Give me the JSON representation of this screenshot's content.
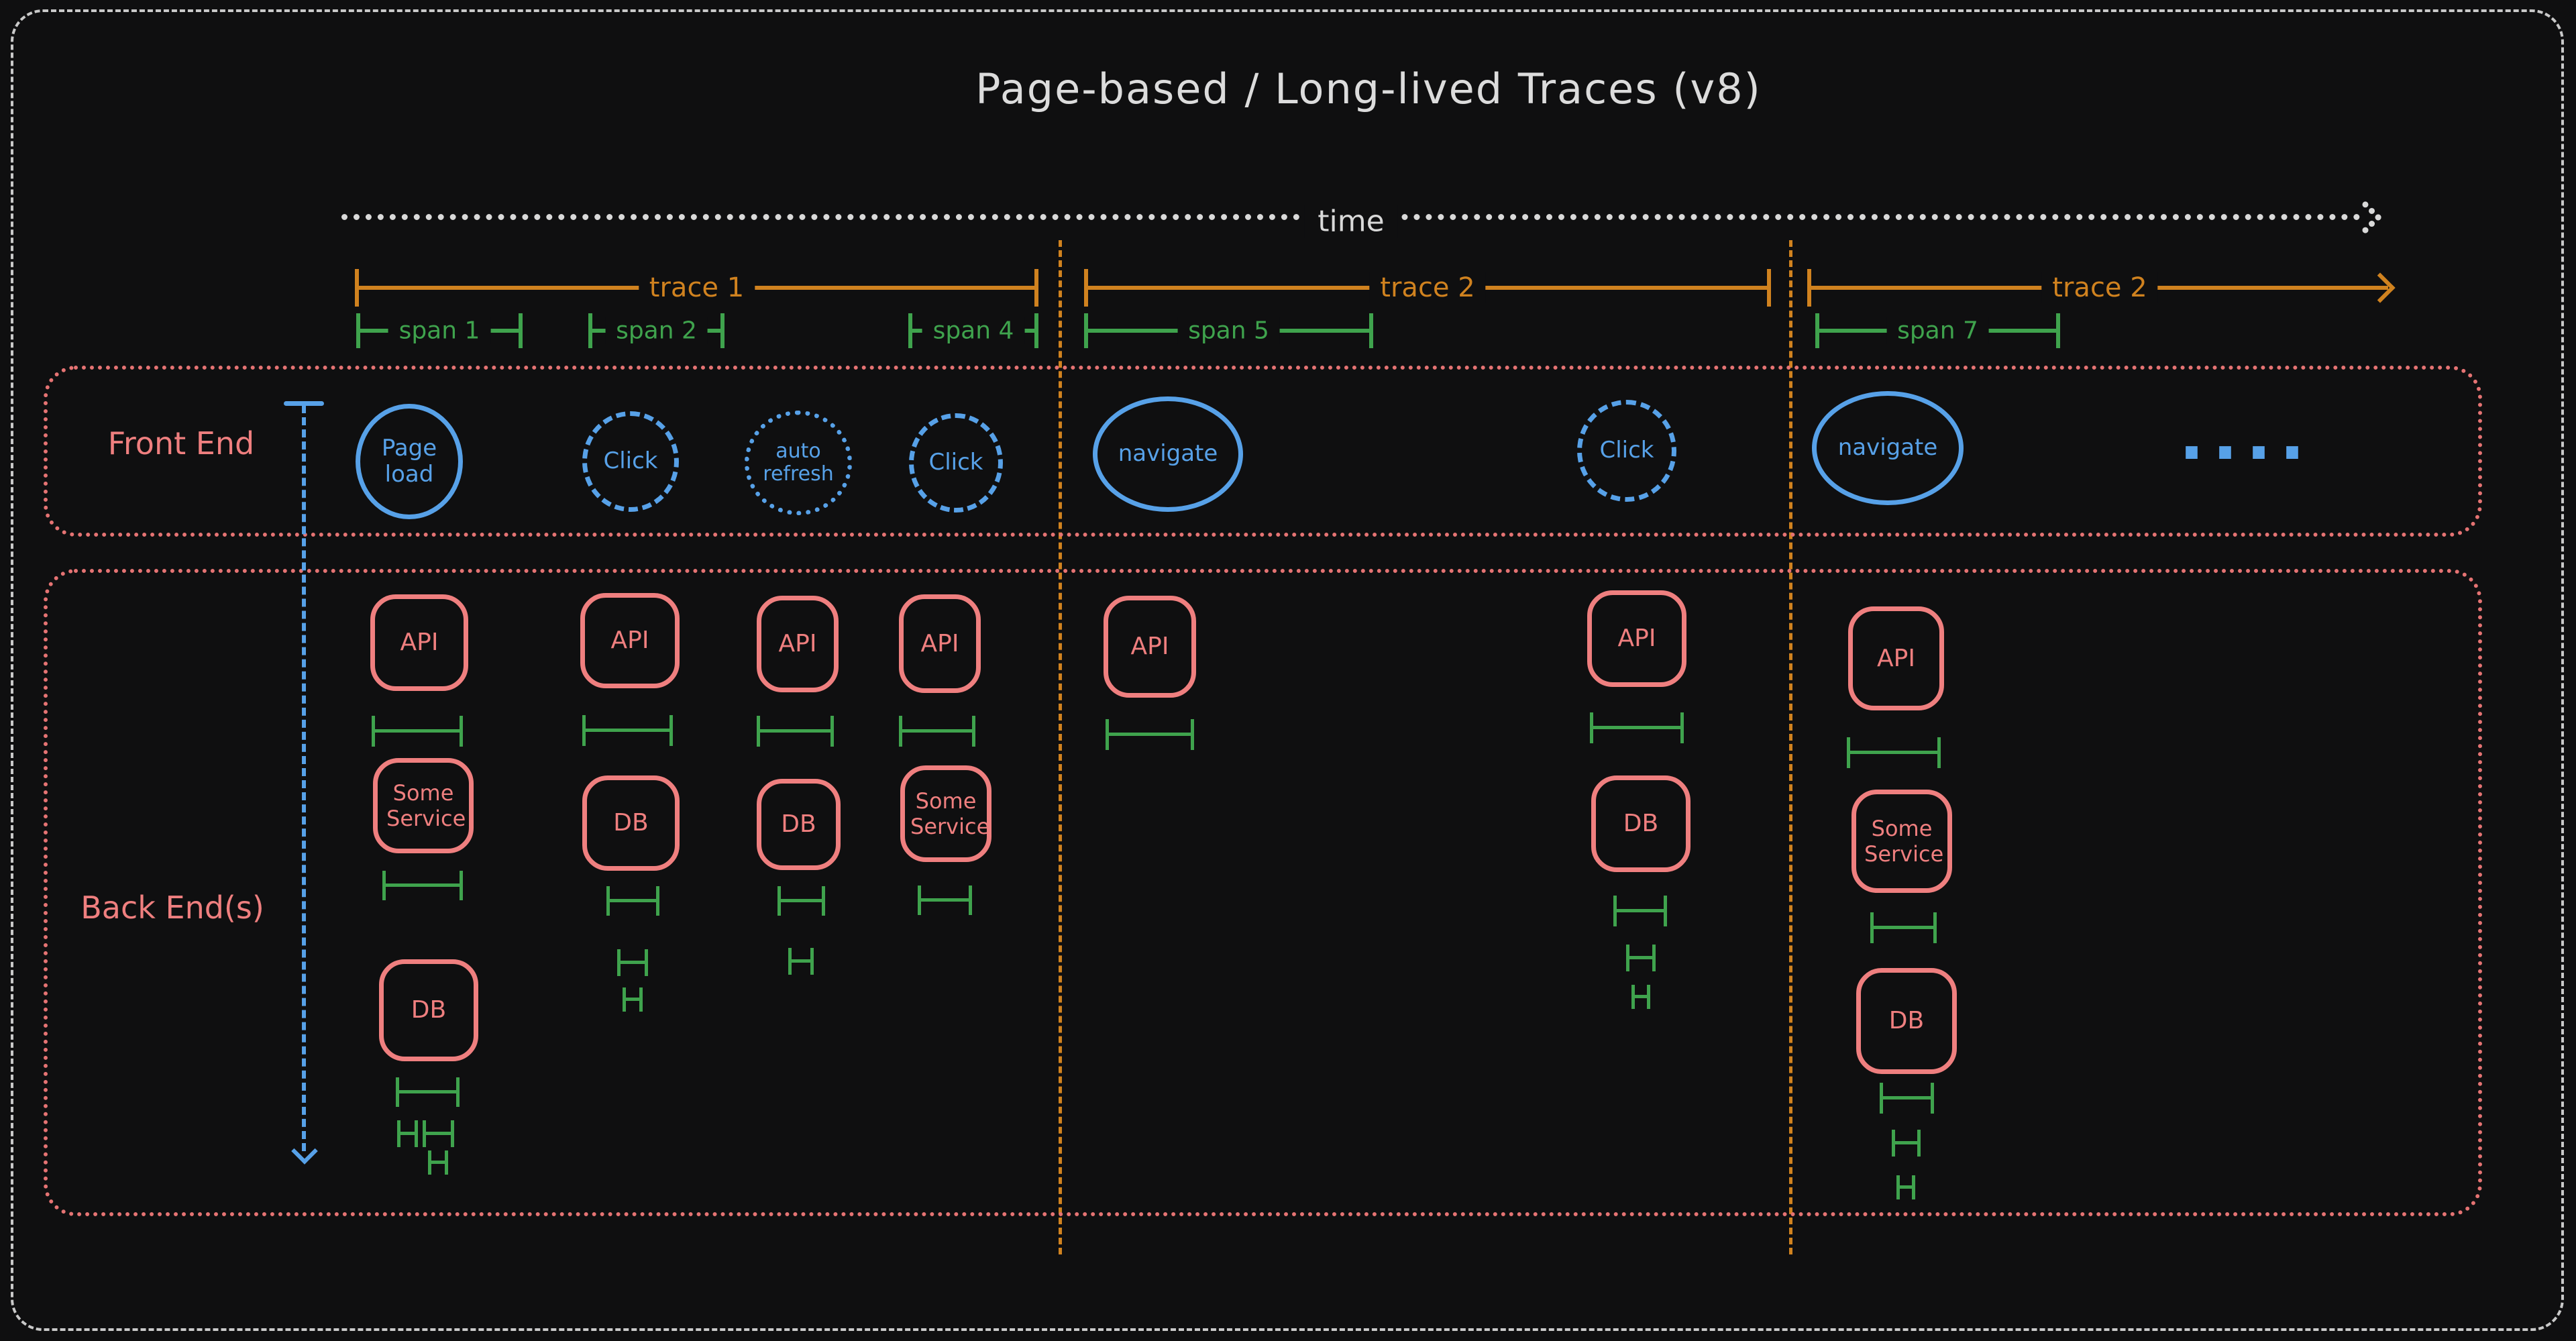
{
  "title": "Page-based / Long-lived Traces (v8)",
  "timeline": {
    "label": "time"
  },
  "traces": [
    {
      "label": "trace 1"
    },
    {
      "label": "trace 2"
    },
    {
      "label": "trace 2"
    }
  ],
  "spans": [
    {
      "label": "span 1"
    },
    {
      "label": "span 2"
    },
    {
      "label": "span 4"
    },
    {
      "label": "span 5"
    },
    {
      "label": "span 7"
    }
  ],
  "frontend": {
    "label": "Front End",
    "events": [
      {
        "label": "Page load",
        "border": "solid"
      },
      {
        "label": "Click",
        "border": "dashed"
      },
      {
        "label": "auto refresh",
        "border": "dotted"
      },
      {
        "label": "Click",
        "border": "dashed"
      },
      {
        "label": "navigate",
        "border": "solid"
      },
      {
        "label": "Click",
        "border": "dashed"
      },
      {
        "label": "navigate",
        "border": "solid"
      },
      {
        "label": "....",
        "border": "none"
      }
    ]
  },
  "backend": {
    "label": "Back End(s)",
    "columns": [
      {
        "services": [
          "API",
          "Some Service",
          "DB"
        ]
      },
      {
        "services": [
          "API",
          "DB"
        ]
      },
      {
        "services": [
          "API",
          "DB"
        ]
      },
      {
        "services": [
          "API",
          "Some Service"
        ]
      },
      {
        "services": [
          "API"
        ]
      },
      {
        "services": [
          "API",
          "DB"
        ]
      },
      {
        "services": [
          "API",
          "Some Service",
          "DB"
        ]
      }
    ]
  },
  "colors": {
    "background": "#0f0f10",
    "trace_orange": "#d0821f",
    "span_green": "#3fa34d",
    "frontend_blue": "#57a1e8",
    "backend_red": "#ef7f7f",
    "text_light": "#dcdcdc"
  }
}
